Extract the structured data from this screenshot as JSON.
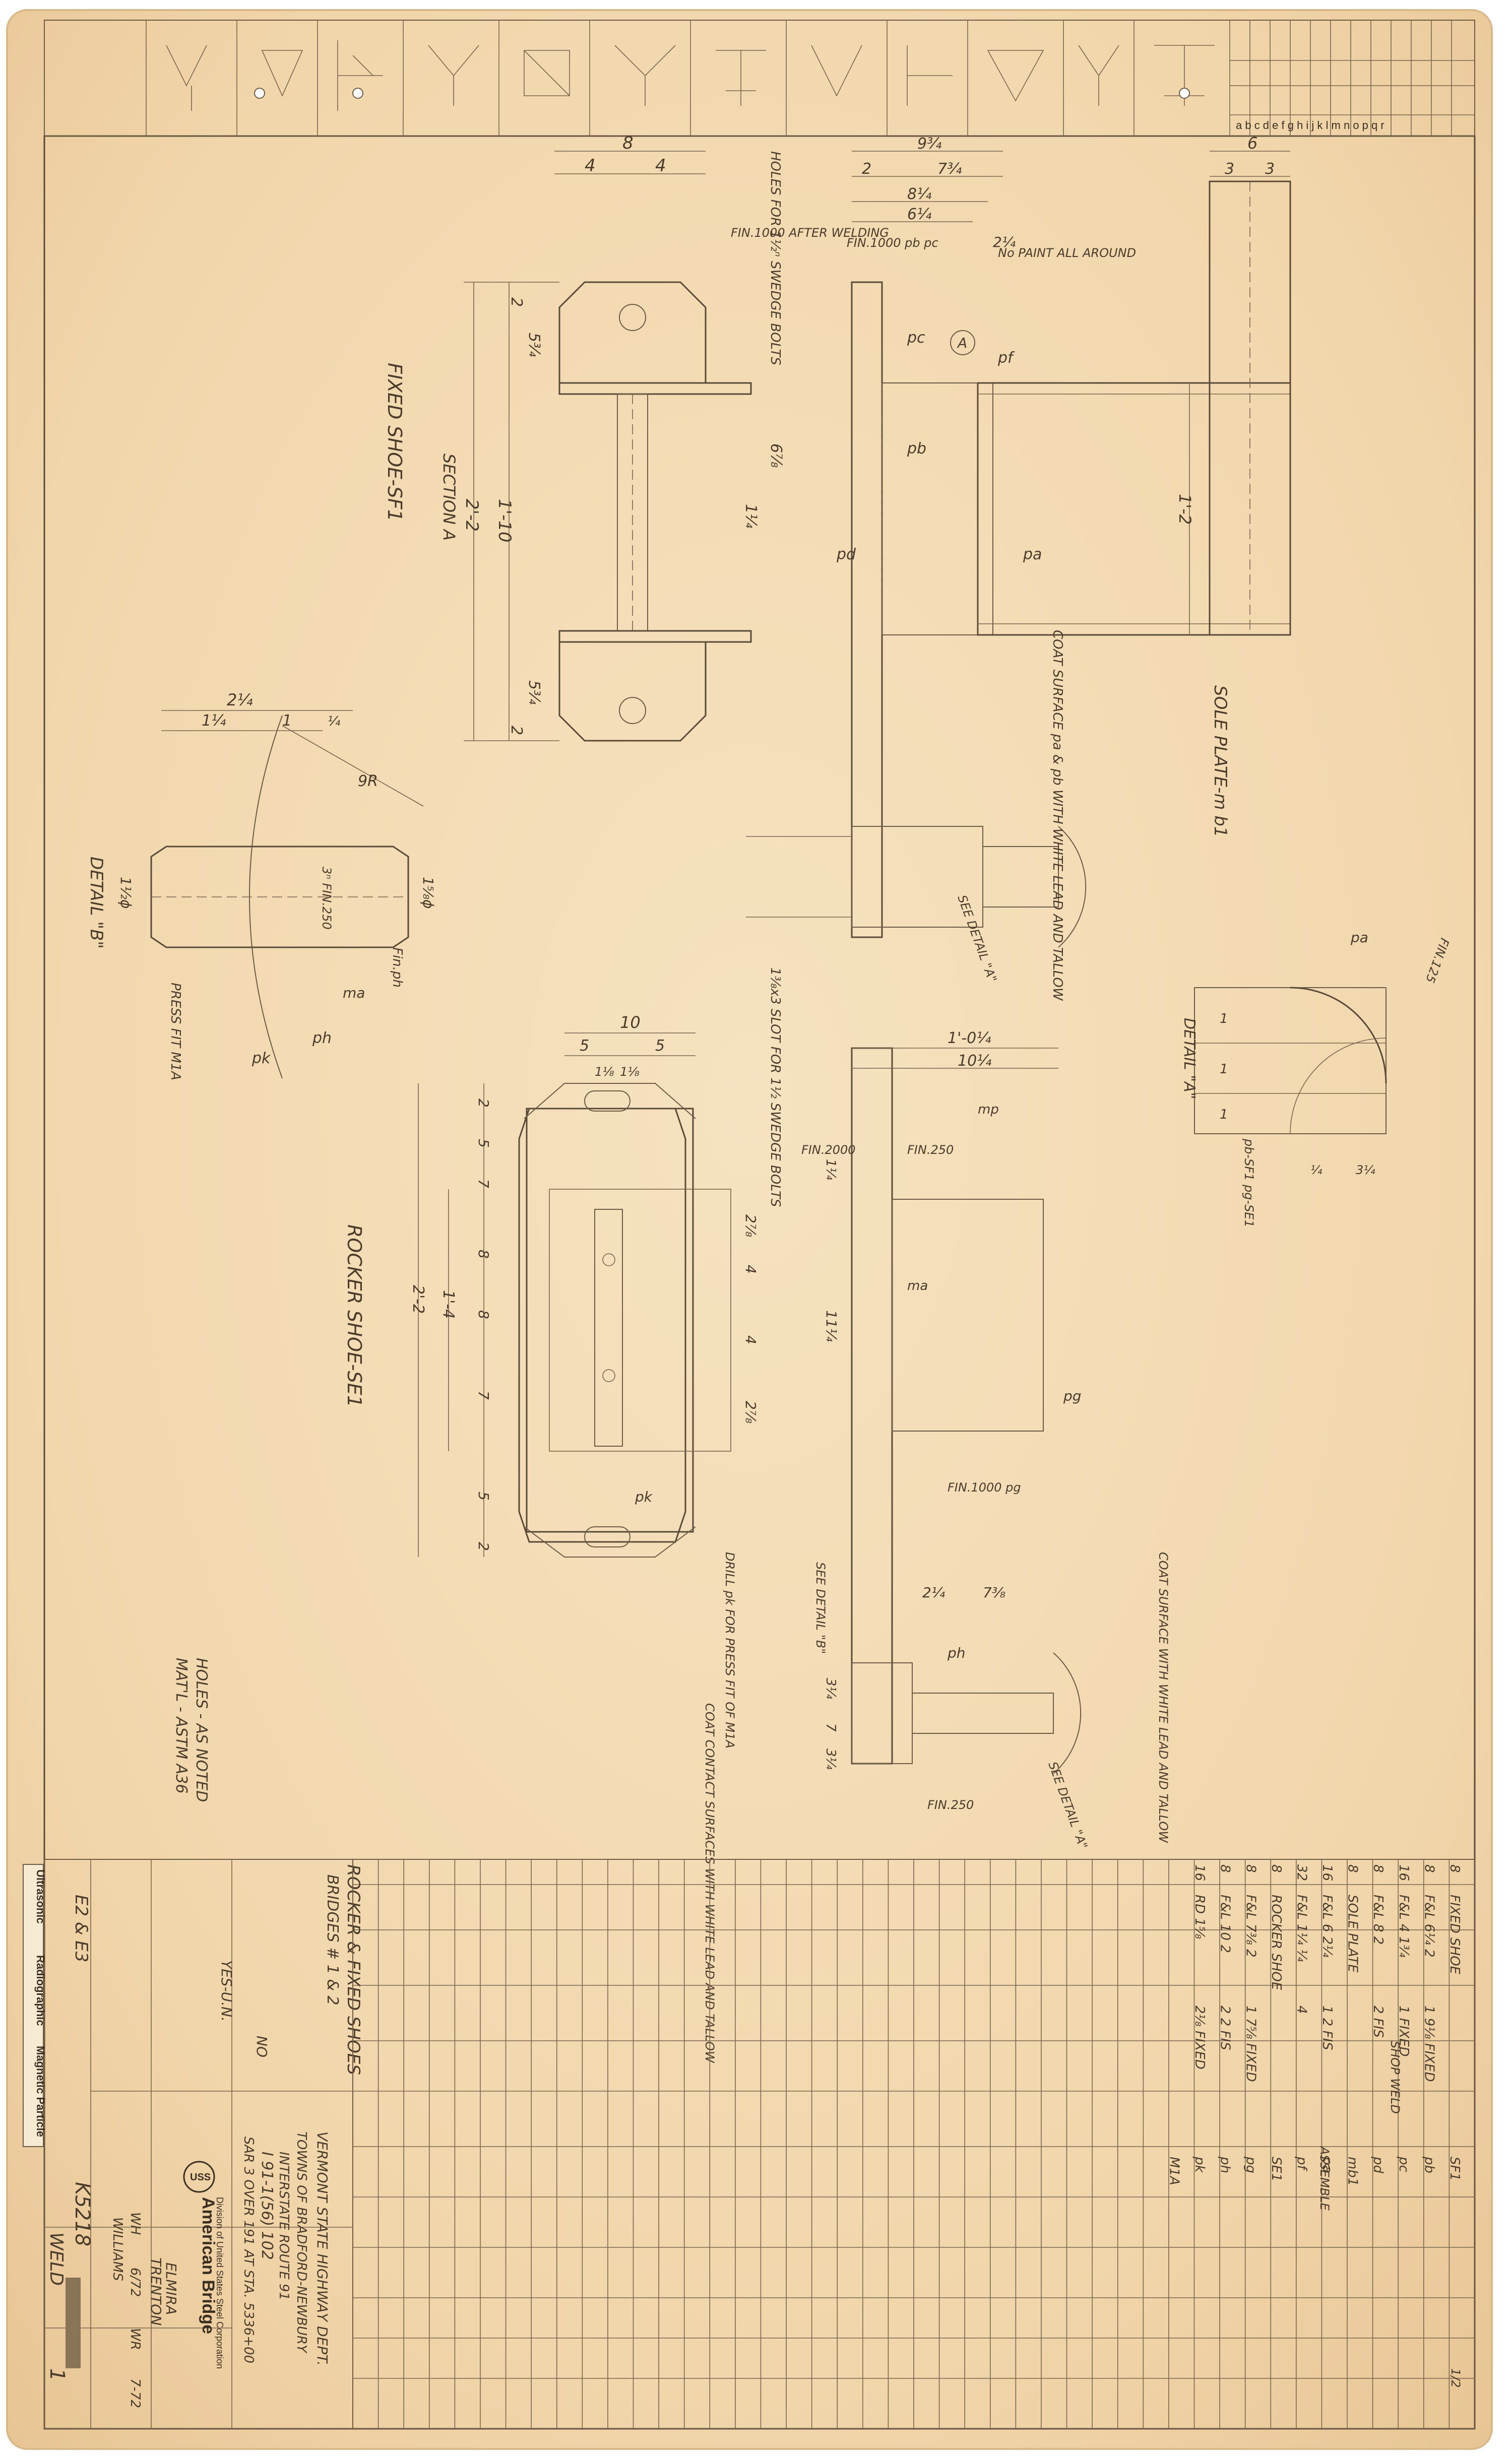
{
  "colors": {
    "paper": "#f2dcb8",
    "paper_edge": "#e4c498",
    "ink": "#5a4a38",
    "faded_ink": "#8a7458"
  },
  "top_strip": {
    "letters": [
      "a",
      "b",
      "c",
      "d",
      "e",
      "f",
      "g",
      "h",
      "i",
      "j",
      "k",
      "l",
      "m",
      "n",
      "o",
      "p",
      "q",
      "r"
    ]
  },
  "fixed_shoe": {
    "title": "FIXED SHOE-SF1",
    "section": "SECTION A",
    "dims": {
      "overall_width": "8",
      "half_left": "4",
      "half_right": "4",
      "len_1": "1'-10",
      "len_2": "2'-2",
      "d_2": "2",
      "d_5_3_4": "5¾",
      "d_6_7_8": "6⅞",
      "d_1_1_4": "1¼",
      "d_2b": "2",
      "d_5_3_4b": "5¾"
    },
    "notes": {
      "holes": "HOLES FOR 1½ⁿ SWEDGE BOLTS",
      "fin": "FIN.1000 AFTER WELDING",
      "fin2": "FIN.1000 pb pc",
      "no_paint": "No PAINT ALL AROUND"
    },
    "top_dims": {
      "d_9_3_4": "9¾",
      "d_7_3_4": "7¾",
      "d_8_1_4": "8¼",
      "d_6_1_4": "6¼",
      "d_2": "2",
      "d_2_1_4": "2¼"
    },
    "marks": {
      "pa": "pa",
      "pb": "pb",
      "pc": "pc",
      "pd": "pd",
      "pf": "pf",
      "a": "A"
    }
  },
  "sole_plate": {
    "title": "SOLE PLATE-m b1",
    "dims": {
      "w": "6",
      "a": "3",
      "b": "3",
      "len": "1'-2"
    }
  },
  "detail_b": {
    "title": "DETAIL \"B\"",
    "d_2_1_4": "2¼",
    "d_1_1_4": "1¼",
    "d_1": "1",
    "d_1_4": "¼",
    "radius": "9R",
    "dia": "1½ϕ",
    "dia2": "1⅝ϕ",
    "fin": "3ⁿ FIN.250",
    "press_fit": "PRESS FIT M1A",
    "pk": "pk",
    "ph": "ph",
    "ma": "ma",
    "finph": "Fin.ph"
  },
  "detail_a": {
    "title": "DETAIL \"A\"",
    "dims": {
      "a": "1",
      "b": "1",
      "c": "1",
      "d": "¼",
      "e": "3¼"
    },
    "notes": {
      "fin": "FIN.125",
      "labels": "pb-SF1 pg-SE1",
      "pa": "pa"
    }
  },
  "rocker_shoe": {
    "title": "ROCKER SHOE-SE1",
    "dims": {
      "w": "10",
      "a": "5",
      "b": "5",
      "c": "1⅛",
      "d": "1⅛",
      "e": "1'-0¼",
      "f": "10¼",
      "g": "2",
      "h": "7",
      "i": "8",
      "j": "8",
      "k": "7",
      "l": "5",
      "m": "2",
      "n": "1'-4",
      "o": "2'-2",
      "p": "2⅞",
      "q": "4",
      "r": "4",
      "s": "2⅞",
      "t": "11¼",
      "u": "1¼",
      "v": "7⅜",
      "w2": "2¼",
      "x": "3¼",
      "y": "3¼",
      "z": "7"
    },
    "notes": {
      "slot": "1⅜x3 SLOT FOR 1½ SWEDGE BOLTS",
      "fin2000": "FIN.2000",
      "fin250": "FIN.250",
      "fin1000": "FIN.1000 pg",
      "drill": "DRILL pk FOR PRESS FIT OF M1A",
      "coat1": "COAT CONTACT SURFACES WITH WHITE LEAD AND TALLOW",
      "coat2": "COAT SURFACE WITH WHITE LEAD AND TALLOW",
      "see_b": "SEE DETAIL \"B\"",
      "see_a": "SEE DETAIL \"A\"",
      "fin250b": "FIN.250"
    },
    "marks": {
      "ma": "ma",
      "pg": "pg",
      "ph": "ph",
      "pk": "pk",
      "mp": "mp"
    }
  },
  "coat_note": "COAT SURFACE pa & pb WITH WHITE LEAD AND TALLOW",
  "see_detail_a": "SEE DETAIL \"A\"",
  "holes_note": {
    "line1": "HOLES - AS NOTED",
    "line2": "MAT'L - ASTM A36"
  },
  "bom": {
    "title1": "ROCKER & FIXED SHOES",
    "title2": "BRIDGES # 1 & 2",
    "rows": [
      {
        "qty": "8",
        "desc": "FIXED SHOE",
        "mark": "SF1"
      },
      {
        "qty": "8",
        "desc": "F&L 6¼ 2",
        "len": "1 9⅛ FIXED",
        "mark": "pb",
        "wt": ""
      },
      {
        "qty": "16",
        "desc": "F&L 4 1¾",
        "len": "1 FIXED",
        "mark": "pc"
      },
      {
        "qty": "8",
        "desc": "F&L 8 2",
        "len": "2 FIS",
        "mark": "pd"
      },
      {
        "qty": "8",
        "desc": "SOLE PLATE",
        "len": "",
        "mark": "mb1"
      },
      {
        "qty": "16",
        "desc": "F&L 6 2¼",
        "len": "1 2 FIS",
        "mark": "pa"
      },
      {
        "qty": "32",
        "desc": "F&L 1¼ ¼",
        "len": "4",
        "mark": "pf"
      },
      {
        "qty": "8",
        "desc": "ROCKER SHOE",
        "mark": "SE1"
      },
      {
        "qty": "8",
        "desc": "F&L 7⅜ 2",
        "len": "1 7⅝ FIXED",
        "mark": "pg"
      },
      {
        "qty": "8",
        "desc": "F&L 10 2",
        "len": "2 2 FIS",
        "mark": "ph"
      },
      {
        "qty": "16",
        "desc": "RD 1⅝",
        "len": "2⅛ FIXED",
        "mark": "pk"
      },
      {
        "qty": "",
        "desc": "",
        "len": "",
        "mark": "M1A"
      }
    ],
    "right_cols": {
      "weld": "SHOP WELD",
      "assemble": "ASSEMBLE",
      "rev": "1/2"
    }
  },
  "title_block": {
    "owner": "VERMONT STATE HIGHWAY DEPT.",
    "town": "TOWNS OF BRADFORD-NEWBURY",
    "route": "INTERSTATE ROUTE 91",
    "project": "I 91-1(56) 102",
    "location": "SAR 3 OVER 191 AT STA. 5336+00",
    "company": "American Bridge",
    "division": "Division of United States Steel Corporation",
    "plant1": "ELMIRA",
    "plant2": "TRENTON",
    "drawn": "WH",
    "date": "6/72",
    "checked": "WILLIAMS",
    "by": "WR",
    "date2": "7-72",
    "contract": "E2 & E3",
    "order": "K5218",
    "drawing": "WELD",
    "sheet": "1",
    "yes_un": "YES-U.N.",
    "no": "NO",
    "checks": {
      "ultrasonic": "Ultrasonic",
      "radiographic": "Radiographic",
      "magnetic": "Magnetic Particle"
    }
  }
}
